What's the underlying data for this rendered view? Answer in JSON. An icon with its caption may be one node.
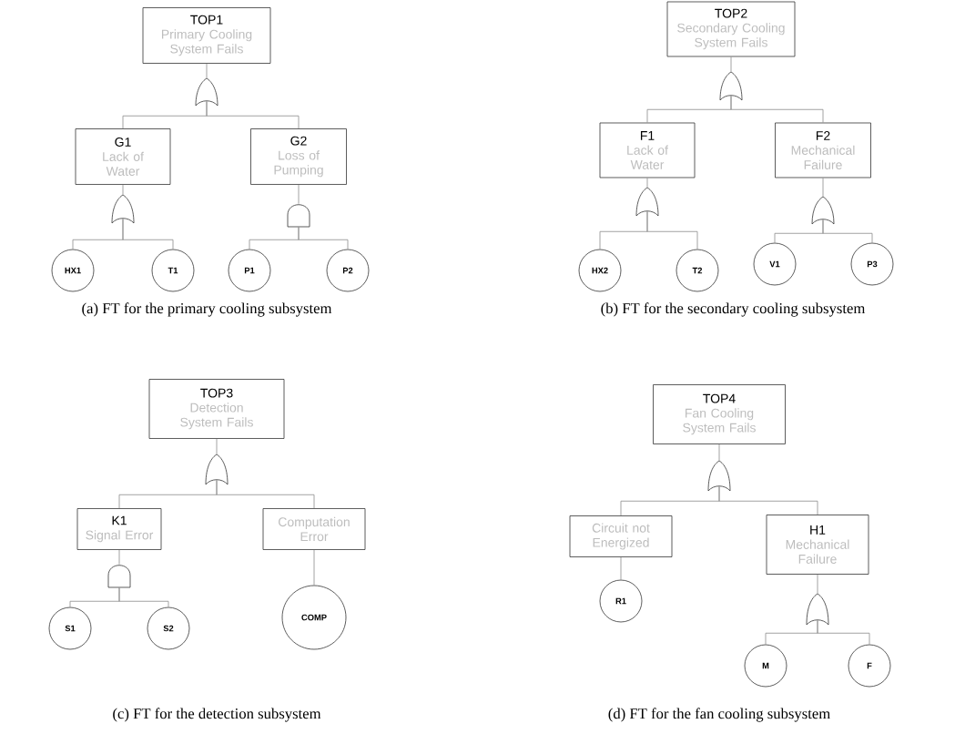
{
  "diagram": {
    "nodes": [
      {
        "text": [
          "TOP1",
          "Primary Cooling System Fails"
        ]
      },
      {
        "text": [],
        "shape": "or-gate"
      },
      {
        "text": [
          "G1",
          "Lack of Water"
        ]
      },
      {
        "text": [
          "G2",
          "Loss of Pumping"
        ]
      },
      {
        "text": [],
        "shape": "or-gate"
      },
      {
        "text": [],
        "shape": "and-gate"
      },
      {
        "text": [
          "HX1"
        ]
      },
      {
        "text": [
          "T1"
        ]
      },
      {
        "text": [
          "P1"
        ]
      },
      {
        "text": [
          "P2"
        ]
      },
      {
        "text": [
          "TOP2",
          "Secondary Cooling System Fails"
        ]
      },
      {
        "text": [],
        "shape": "or-gate"
      },
      {
        "text": [
          "F1",
          "Lack of Water"
        ]
      },
      {
        "text": [
          "F2",
          "Mechanical Failure"
        ]
      },
      {
        "text": [],
        "shape": "or-gate"
      },
      {
        "text": [],
        "shape": "or-gate"
      },
      {
        "text": [
          "HX2"
        ]
      },
      {
        "text": [
          "T2"
        ]
      },
      {
        "text": [
          "V1"
        ]
      },
      {
        "text": [
          "P3"
        ]
      },
      {
        "text": [
          "TOP3",
          "Detection System Fails"
        ]
      },
      {
        "text": [],
        "shape": "or-gate"
      },
      {
        "text": [
          "K1",
          "Signal Error"
        ]
      },
      {
        "text": [
          "Computation Error"
        ]
      },
      {
        "text": [],
        "shape": "and-gate"
      },
      {
        "text": [
          "S1"
        ]
      },
      {
        "text": [
          "S2"
        ]
      },
      {
        "text": [
          "COMP"
        ]
      },
      {
        "text": [
          "TOP4",
          "Fan Cooling System Fails"
        ]
      },
      {
        "text": [],
        "shape": "or-gate"
      },
      {
        "text": [
          "Circuit not Energized"
        ]
      },
      {
        "text": [
          "H1",
          "Mechanical Failure"
        ]
      },
      {
        "text": [
          "R1"
        ]
      },
      {
        "text": [],
        "shape": "or-gate"
      },
      {
        "text": [
          "M"
        ]
      },
      {
        "text": [
          "F"
        ]
      }
    ],
    "edges": [
      {
        "from": 0,
        "to": 1,
        "arrow": "none"
      },
      {
        "from": 1,
        "to": 2,
        "arrow": "none"
      },
      {
        "from": 1,
        "to": 3,
        "arrow": "none"
      },
      {
        "from": 2,
        "to": 4,
        "arrow": "none"
      },
      {
        "from": 3,
        "to": 5,
        "arrow": "none"
      },
      {
        "from": 4,
        "to": 6,
        "arrow": "none"
      },
      {
        "from": 4,
        "to": 7,
        "arrow": "none"
      },
      {
        "from": 5,
        "to": 8,
        "arrow": "none"
      },
      {
        "from": 5,
        "to": 9,
        "arrow": "none"
      },
      {
        "from": 10,
        "to": 11,
        "arrow": "none"
      },
      {
        "from": 11,
        "to": 12,
        "arrow": "none"
      },
      {
        "from": 11,
        "to": 13,
        "arrow": "none"
      },
      {
        "from": 12,
        "to": 14,
        "arrow": "none"
      },
      {
        "from": 13,
        "to": 15,
        "arrow": "none"
      },
      {
        "from": 14,
        "to": 16,
        "arrow": "none"
      },
      {
        "from": 14,
        "to": 17,
        "arrow": "none"
      },
      {
        "from": 15,
        "to": 18,
        "arrow": "none"
      },
      {
        "from": 15,
        "to": 19,
        "arrow": "none"
      },
      {
        "from": 20,
        "to": 21,
        "arrow": "none"
      },
      {
        "from": 21,
        "to": 22,
        "arrow": "none"
      },
      {
        "from": 21,
        "to": 23,
        "arrow": "none"
      },
      {
        "from": 22,
        "to": 24,
        "arrow": "none"
      },
      {
        "from": 24,
        "to": 25,
        "arrow": "none"
      },
      {
        "from": 24,
        "to": 26,
        "arrow": "none"
      },
      {
        "from": 23,
        "to": 27,
        "arrow": "none"
      },
      {
        "from": 28,
        "to": 29,
        "arrow": "none"
      },
      {
        "from": 29,
        "to": 30,
        "arrow": "none"
      },
      {
        "from": 29,
        "to": 31,
        "arrow": "none"
      },
      {
        "from": 30,
        "to": 32,
        "arrow": "none"
      },
      {
        "from": 31,
        "to": 33,
        "arrow": "none"
      },
      {
        "from": 33,
        "to": 34,
        "arrow": "none"
      },
      {
        "from": 33,
        "to": 35,
        "arrow": "none"
      }
    ],
    "labels": [
      "(a) FT for the primary cooling subsystem",
      "(b) FT for the secondary cooling subsystem",
      "(c) FT for the detection subsystem",
      "(d) FT for the fan cooling subsystem"
    ]
  }
}
